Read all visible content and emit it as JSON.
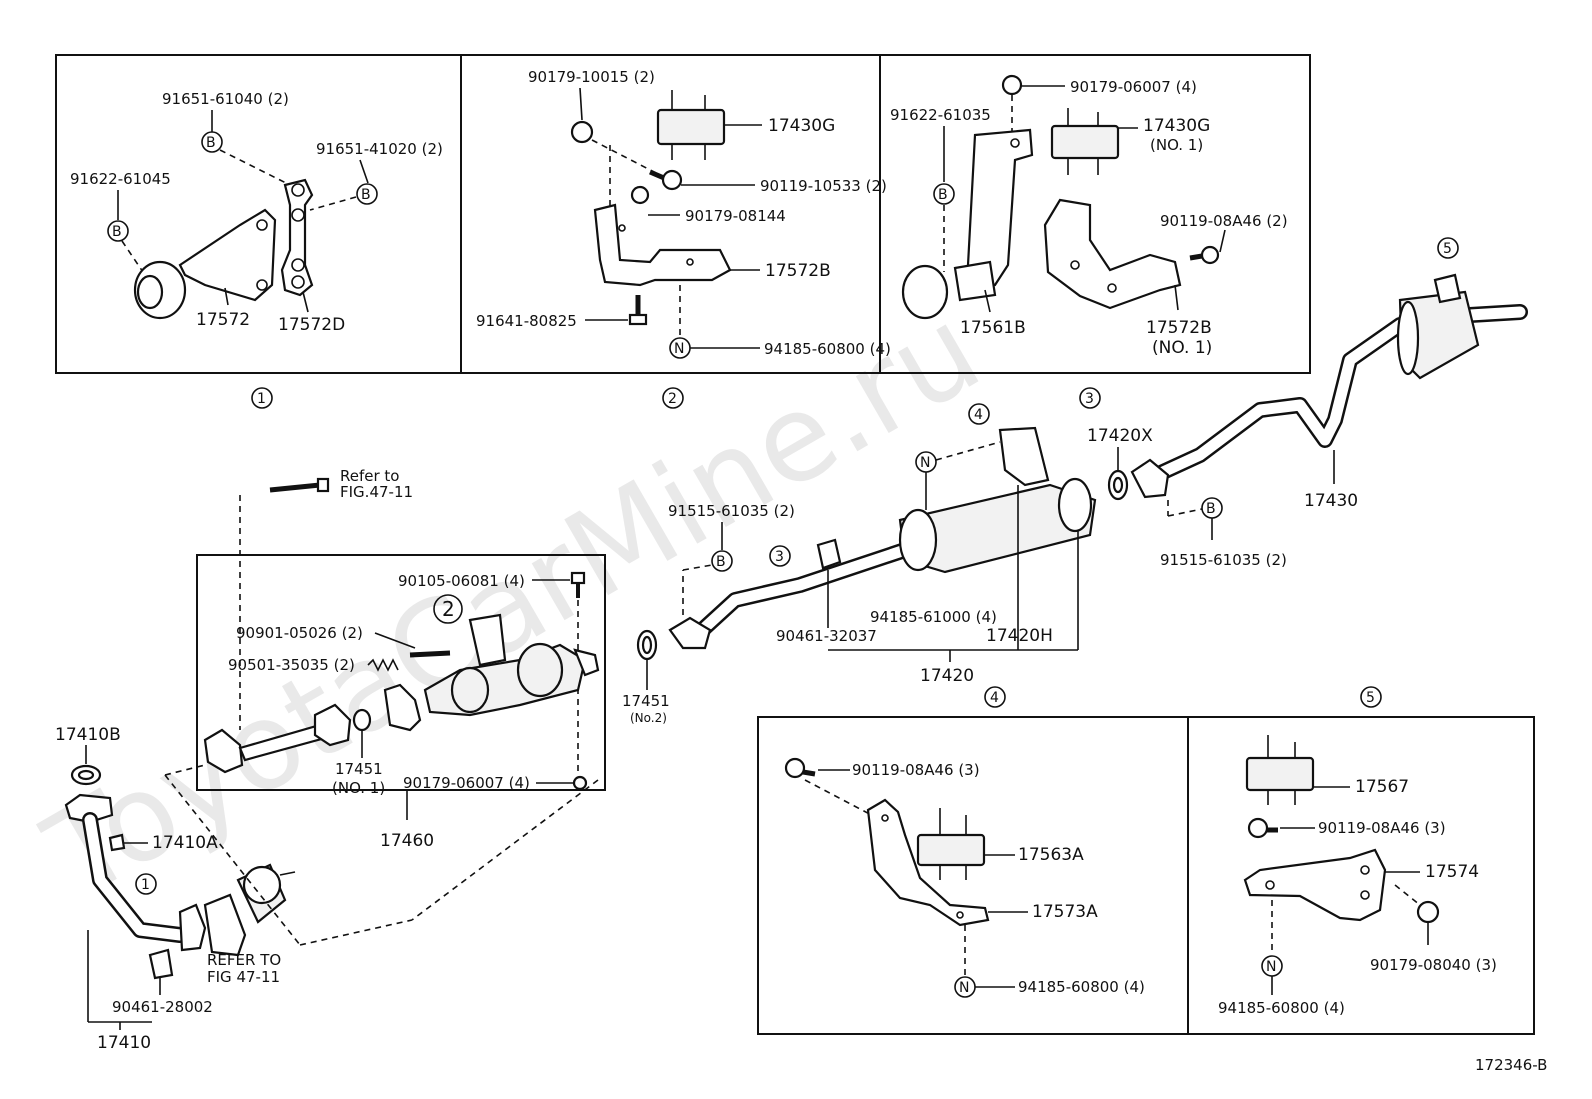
{
  "watermark": "ToyotaCarMine.ru",
  "figure_code": "172346-B",
  "panel_refs": [
    "1",
    "2",
    "3",
    "4",
    "5"
  ],
  "callout_marks": {
    "b": "B",
    "n": "N",
    "circled_two": "2"
  },
  "panel1": {
    "labels": [
      "91651-61040 (2)",
      "91651-41020 (2)",
      "91622-61045",
      "17572",
      "17572D"
    ]
  },
  "panel2": {
    "labels": [
      "90179-10015 (2)",
      "17430G",
      "90119-10533 (2)",
      "90179-08144",
      "17572B",
      "91641-80825",
      "94185-60800 (4)"
    ]
  },
  "panel3": {
    "labels": [
      "90179-06007 (4)",
      "91622-61035",
      "17430G",
      "(NO. 1)",
      "90119-08A46 (2)",
      "17561B",
      "17572B",
      "(NO. 1)"
    ]
  },
  "main": {
    "labels": {
      "refer_to": "Refer to",
      "fig_ref": "FIG.47-11",
      "l90105": "90105-06081 (4)",
      "l90901": "90901-05026 (2)",
      "l90501": "90501-35035 (2)",
      "l17451_no1": "17451",
      "l17451_no1_sub": "(NO. 1)",
      "l90179_06007": "90179-06007 (4)",
      "l17460": "17460",
      "l17451_no2": "17451",
      "l17451_no2_sub": "(No.2)",
      "l91515_a": "91515-61035 (2)",
      "l90461_32037": "90461-32037",
      "l94185_61000": "94185-61000 (4)",
      "l17420h": "17420H",
      "l17420": "17420",
      "l17420x": "17420X",
      "l91515_b": "91515-61035 (2)",
      "l17430": "17430",
      "l17410b": "17410B",
      "l17410a": "17410A",
      "refer_caps": "REFER TO",
      "fig_caps": "FIG 47-11",
      "l90461_28002": "90461-28002",
      "l17410": "17410"
    }
  },
  "panel4": {
    "labels": [
      "90119-08A46 (3)",
      "17563A",
      "17573A",
      "94185-60800 (4)"
    ]
  },
  "panel5": {
    "labels": [
      "17567",
      "90119-08A46 (3)",
      "17574",
      "94185-60800 (4)",
      "90179-08040 (3)"
    ]
  }
}
